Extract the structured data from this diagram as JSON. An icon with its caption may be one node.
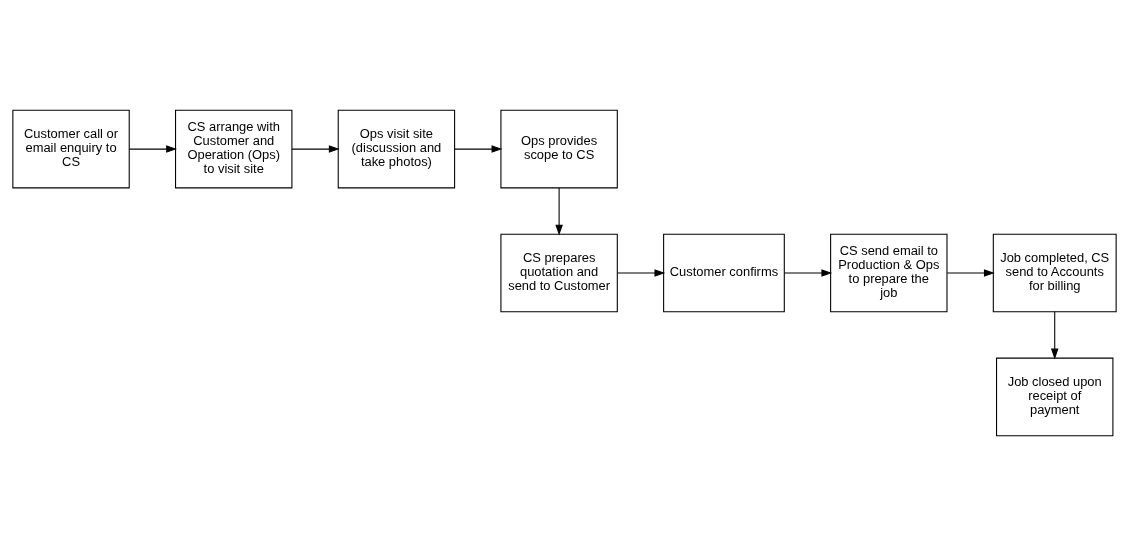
{
  "diagram": {
    "nodes": [
      {
        "text": [
          "Customer call or email enquiry to CS"
        ]
      },
      {
        "text": [
          "CS arrange with Customer and Operation (Ops) to visit site"
        ]
      },
      {
        "text": [
          "Ops visit site (discussion and take photos)"
        ]
      },
      {
        "text": [
          "Ops provides scope to CS"
        ]
      },
      {
        "text": [
          "CS prepares quotation and send to Customer"
        ]
      },
      {
        "text": [
          "Customer confirms"
        ]
      },
      {
        "text": [
          "CS send email to Production & Ops to prepare the job"
        ]
      },
      {
        "text": [
          "Job completed, CS send to Accounts for billing"
        ]
      },
      {
        "text": [
          "Job closed upon receipt of payment"
        ]
      }
    ],
    "edges": [
      {
        "from": 0,
        "to": 1,
        "arrow": "to"
      },
      {
        "from": 1,
        "to": 2,
        "arrow": "to"
      },
      {
        "from": 2,
        "to": 3,
        "arrow": "to"
      },
      {
        "from": 3,
        "to": 4,
        "arrow": "to"
      },
      {
        "from": 4,
        "to": 5,
        "arrow": "to"
      },
      {
        "from": 5,
        "to": 6,
        "arrow": "to"
      },
      {
        "from": 6,
        "to": 7,
        "arrow": "to"
      },
      {
        "from": 7,
        "to": 8,
        "arrow": "to"
      }
    ]
  }
}
